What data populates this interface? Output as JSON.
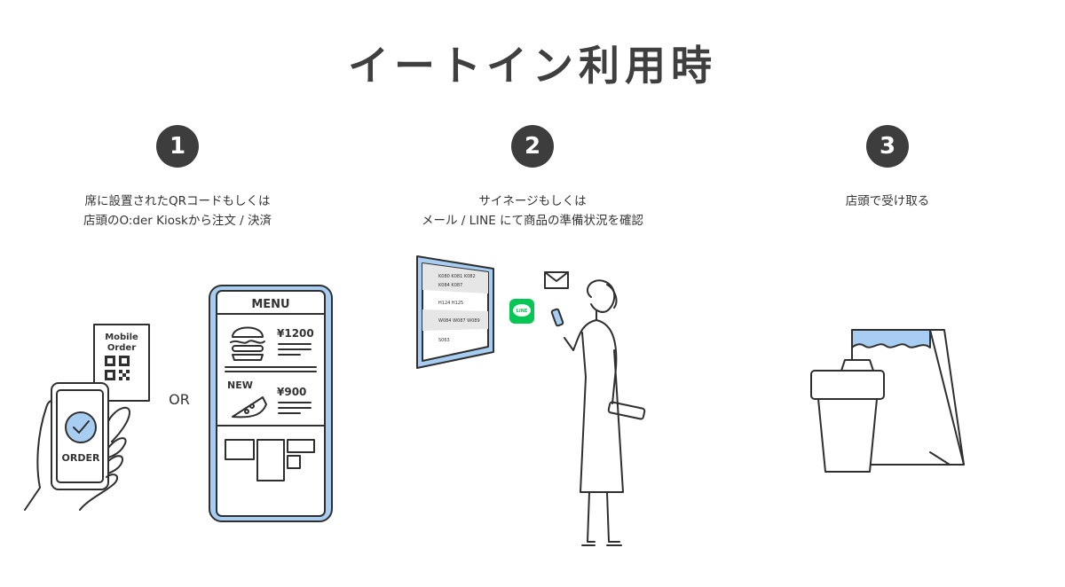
{
  "title": "イートイン利用時",
  "steps": [
    {
      "number": "1",
      "lines": [
        "席に設置されたQRコードもしくは",
        "店頭のO:der Kioskから注文 / 決済"
      ]
    },
    {
      "number": "2",
      "lines": [
        "サイネージもしくは",
        "メール / LINE にて商品の準備状況を確認"
      ]
    },
    {
      "number": "3",
      "lines": [
        "店頭で受け取る"
      ]
    }
  ],
  "illustration": {
    "qr_card": [
      "Mobile",
      "Order"
    ],
    "phone_button": "ORDER",
    "or": "OR",
    "kiosk": {
      "header": "MENU",
      "item1_price": "¥1200",
      "item2_badge": "NEW",
      "item2_price": "¥900"
    },
    "signage_rows": [
      "K080  K081  K082",
      "K084  K087",
      "H124  H125",
      "W084  W087  W089",
      "S063"
    ],
    "line_badge": "LINE"
  },
  "colors": {
    "accent": "#a7cdf2",
    "circle": "#3d3d3d",
    "line": "#2f2f2f"
  }
}
